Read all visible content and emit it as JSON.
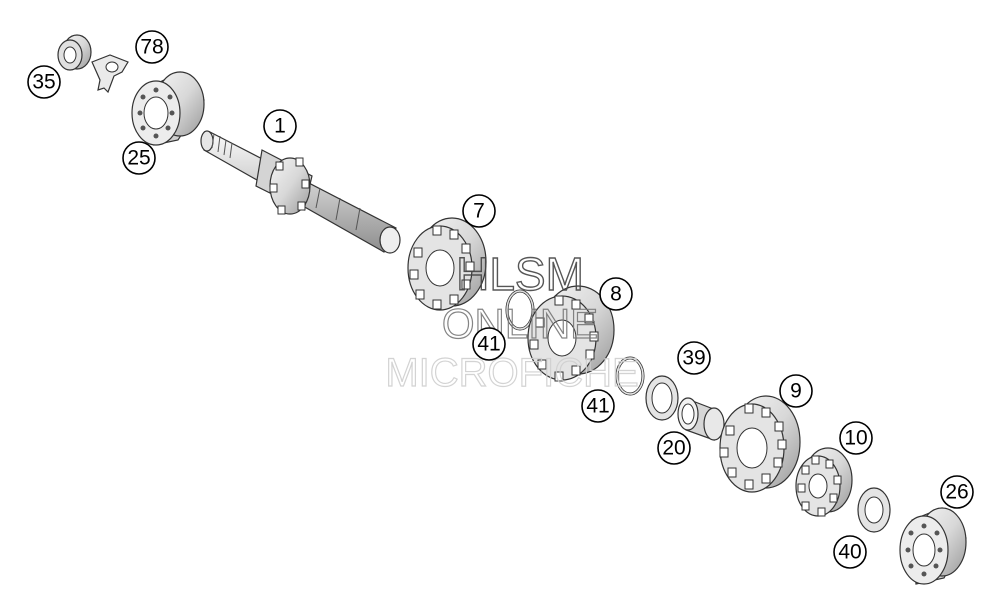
{
  "diagram": {
    "callouts": [
      {
        "id": "c1",
        "label": "1"
      },
      {
        "id": "c7",
        "label": "7"
      },
      {
        "id": "c8",
        "label": "8"
      },
      {
        "id": "c9",
        "label": "9"
      },
      {
        "id": "c10",
        "label": "10"
      },
      {
        "id": "c20",
        "label": "20"
      },
      {
        "id": "c25",
        "label": "25"
      },
      {
        "id": "c26",
        "label": "26"
      },
      {
        "id": "c35",
        "label": "35"
      },
      {
        "id": "c39",
        "label": "39"
      },
      {
        "id": "c40",
        "label": "40"
      },
      {
        "id": "c41a",
        "label": "41"
      },
      {
        "id": "c41b",
        "label": "41"
      },
      {
        "id": "c78",
        "label": "78"
      }
    ]
  },
  "watermark": {
    "line1": "HLSM",
    "line2": "ONLINE",
    "line3": "MICROFICHE"
  }
}
